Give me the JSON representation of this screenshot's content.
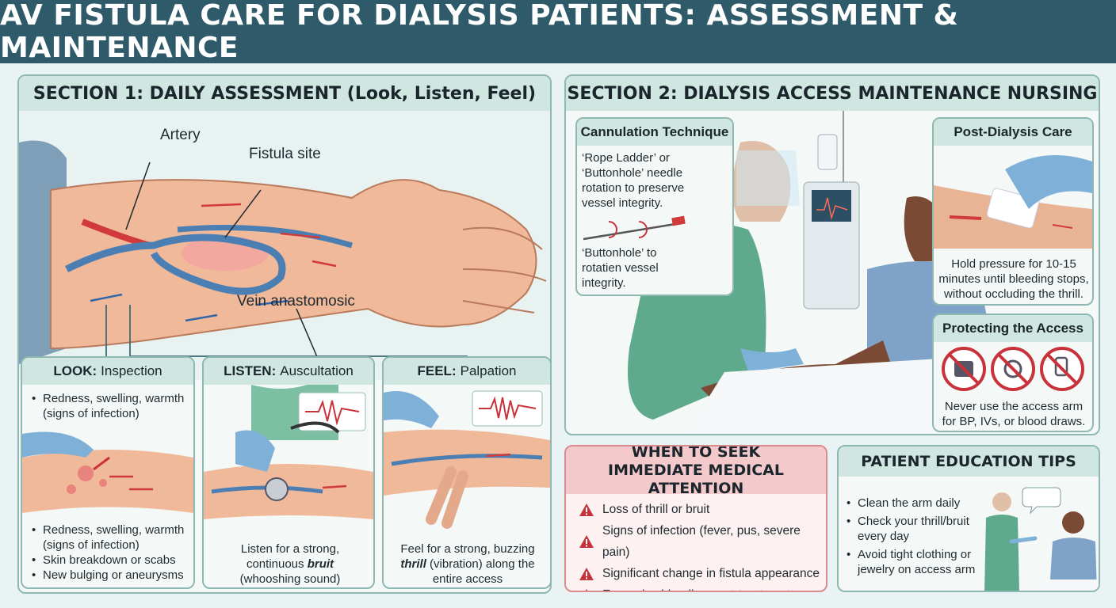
{
  "title": "AV FISTULA CARE FOR DIALYSIS PATIENTS: ASSESSMENT & MAINTENANCE",
  "section1": {
    "heading": "SECTION 1: DAILY ASSESSMENT (Look, Listen, Feel)",
    "labels": {
      "artery": "Artery",
      "fistula": "Fistula site",
      "vein": "Vein anastomosic"
    },
    "look": {
      "title_bold": "LOOK:",
      "title_rest": "Inspection",
      "top_items": [
        "Redness, swelling, warmth (signs of infection)"
      ],
      "bottom_items": [
        "Redness, swelling, warmth (signs of infection)",
        "Skin breakdown or scabs",
        "New bulging or aneurysms"
      ]
    },
    "listen": {
      "title_bold": "LISTEN:",
      "title_rest": "Auscultation",
      "text_a": "Listen for a strong,",
      "text_b": "continuous",
      "text_bi": "bruit",
      "text_c": "(whooshing sound)"
    },
    "feel": {
      "title_bold": "FEEL:",
      "title_rest": "Palpation",
      "text_a": "Feel for a strong, buzzing",
      "text_bi": "thrill",
      "text_b": "(vibration) along the",
      "text_c": "entire access"
    }
  },
  "section2": {
    "heading": "SECTION 2: DIALYSIS ACCESS MAINTENANCE NURSING",
    "cannulation": {
      "title": "Cannulation Technique",
      "text1": "‘Rope Ladder’ or ‘Buttonhole’ needle rotation to preserve vessel integrity.",
      "text2": "‘Buttonhole’ to rotatien vessel integrity."
    },
    "post": {
      "title": "Post-Dialysis Care",
      "text": "Hold pressure for 10-15 minutes until bleeding stops, without occluding the thrill."
    },
    "protect": {
      "title": "Protecting the Access",
      "text": "Never use the access arm for BP, IVs, or blood draws."
    },
    "seek": {
      "title": "WHEN TO SEEK IMMEDIATE MEDICAL ATTENTION",
      "items": [
        "Loss of thrill or bruit",
        "Signs of infection (fever, pus, severe pain)",
        "Significant change in fistula appearance",
        "Excessive bleeding post-treatment"
      ]
    },
    "education": {
      "title": "PATIENT EDUCATION TIPS",
      "items": [
        "Clean the arm daily",
        "Check your thrill/bruit every day",
        "Avoid tight clothing or jewelry on access arm"
      ]
    }
  },
  "colors": {
    "header": "#2f5a69",
    "panel_head": "#cfe6e1",
    "warning_red": "#c8323a",
    "nurse_scrubs": "#5fa98c",
    "vein_blue": "#4b7fb4",
    "artery_red": "#d13a3a"
  }
}
